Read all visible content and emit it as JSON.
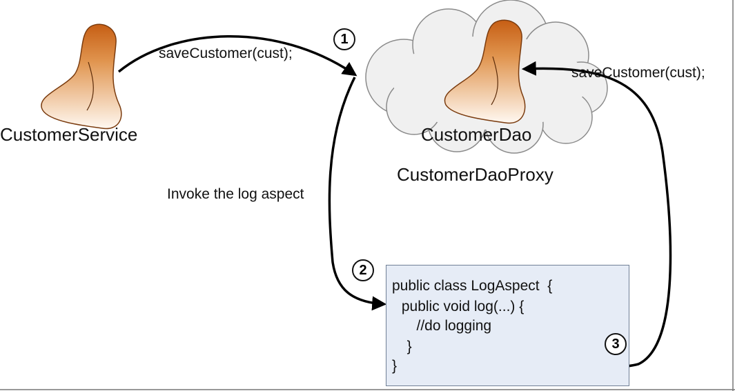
{
  "nodes": {
    "customer_service": "CustomerService",
    "customer_dao": "CustomerDao",
    "customer_dao_proxy": "CustomerDaoProxy"
  },
  "edges": {
    "call_label_1": "saveCustomer(cust);",
    "call_label_2": "saveCustomer(cust);",
    "aspect_label": "Invoke the log aspect"
  },
  "steps": [
    "1",
    "2",
    "3"
  ],
  "code": {
    "lines": [
      "public class LogAspect  {",
      " public void log(...) {",
      "   //do logging",
      "  }",
      "}"
    ]
  },
  "colors": {
    "bean_dark": "#c8621a",
    "bean_light": "#fff6ee",
    "cloud_fill": "#f0f0f0",
    "cloud_stroke": "#8a8a8a",
    "code_fill": "#e6ecf6",
    "arrow": "#000000"
  }
}
